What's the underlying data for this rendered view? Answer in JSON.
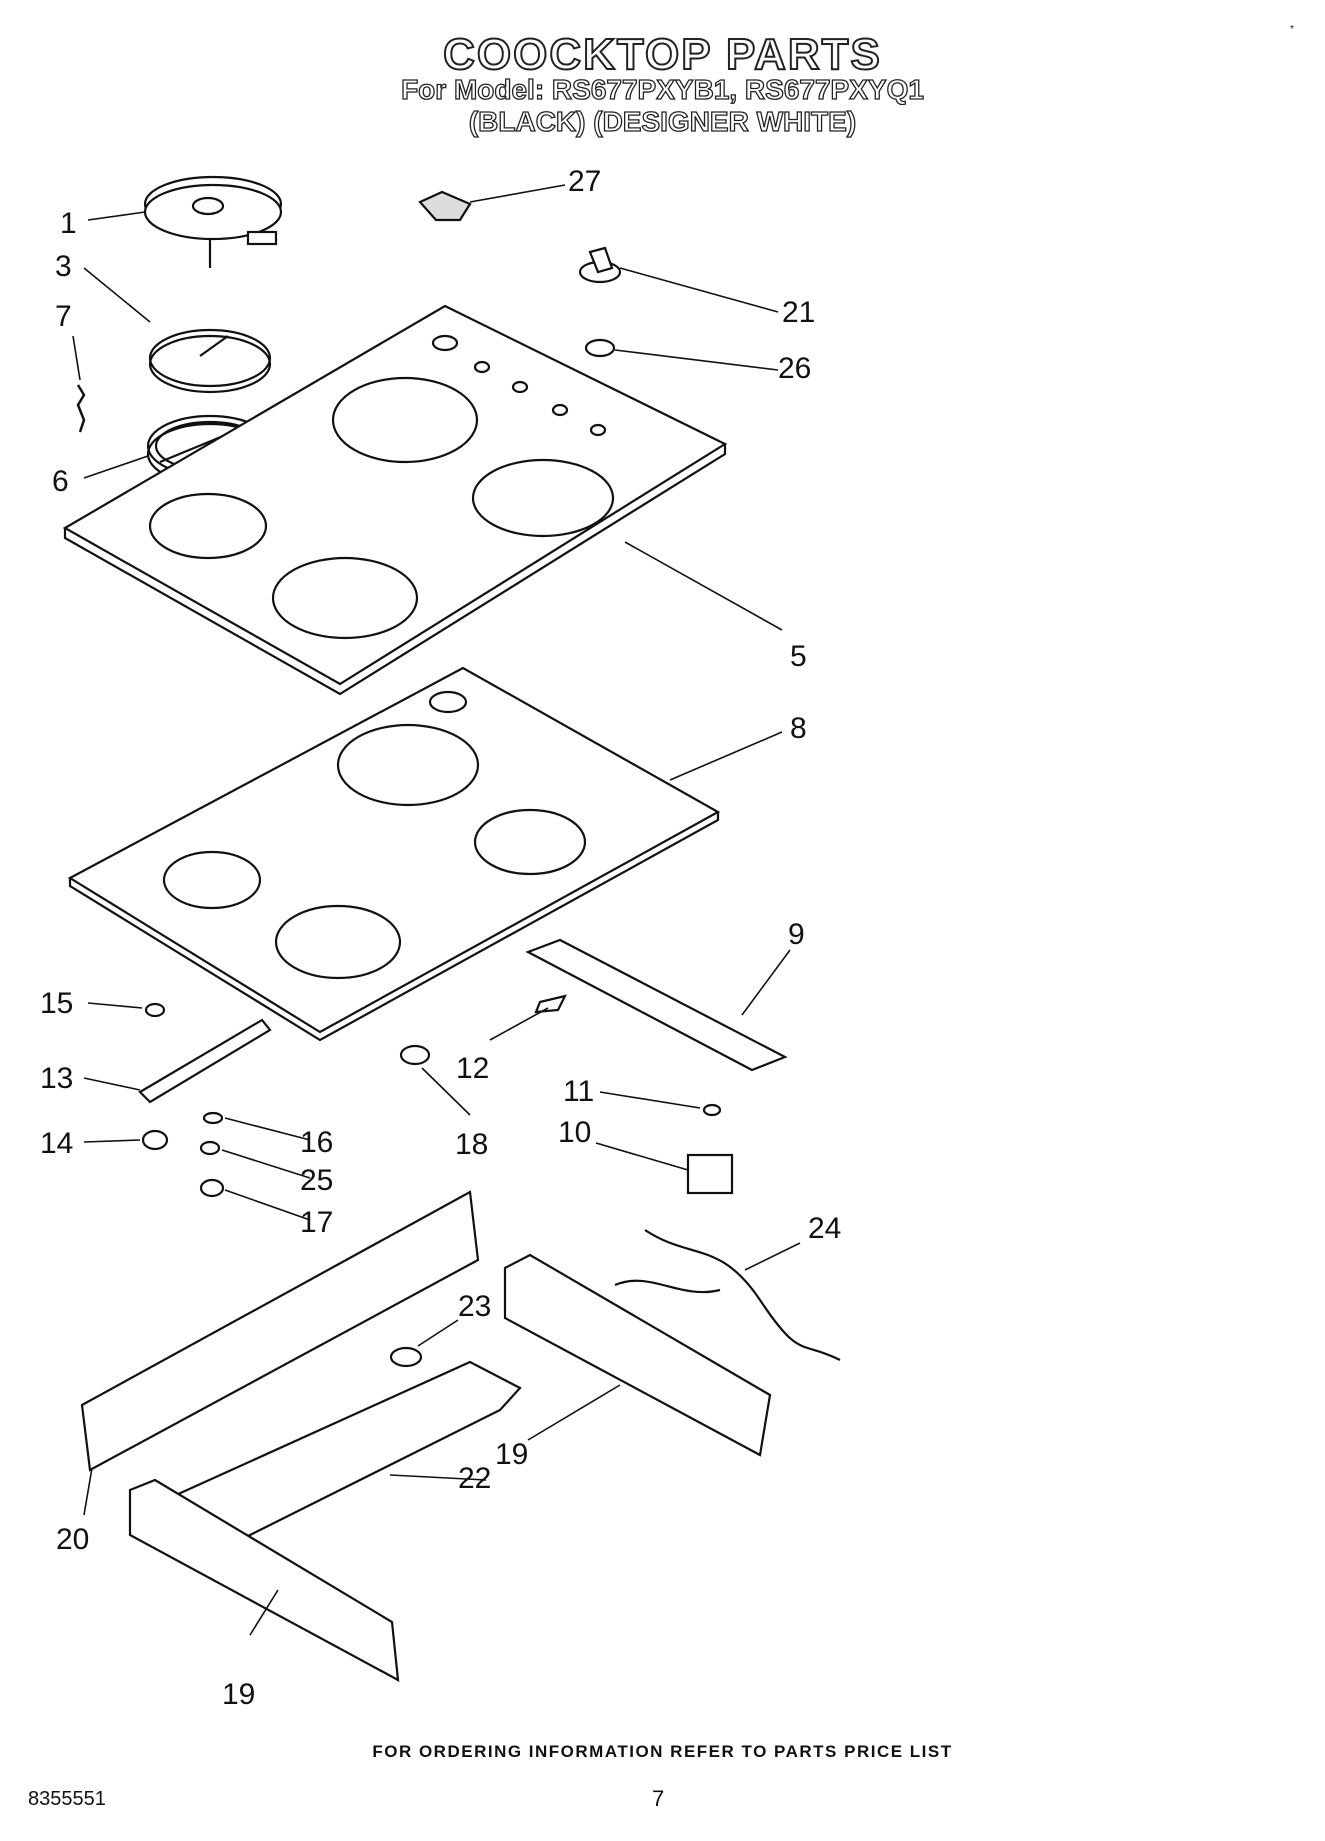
{
  "header": {
    "title": "COOCKTOP PARTS",
    "subtitle": "For Model: RS677PXYB1, RS677PXYQ1",
    "variant": "(BLACK) (DESIGNER WHITE)"
  },
  "callouts": [
    "1",
    "3",
    "7",
    "6",
    "27",
    "21",
    "26",
    "5",
    "8",
    "9",
    "15",
    "13",
    "14",
    "16",
    "25",
    "17",
    "12",
    "18",
    "11",
    "10",
    "24",
    "23",
    "22",
    "19",
    "20",
    "19"
  ],
  "footer": {
    "ordering_note": "FOR ORDERING INFORMATION REFER TO PARTS PRICE LIST",
    "doc_number": "8355551",
    "page_number": "7",
    "corner_mark": "*"
  }
}
